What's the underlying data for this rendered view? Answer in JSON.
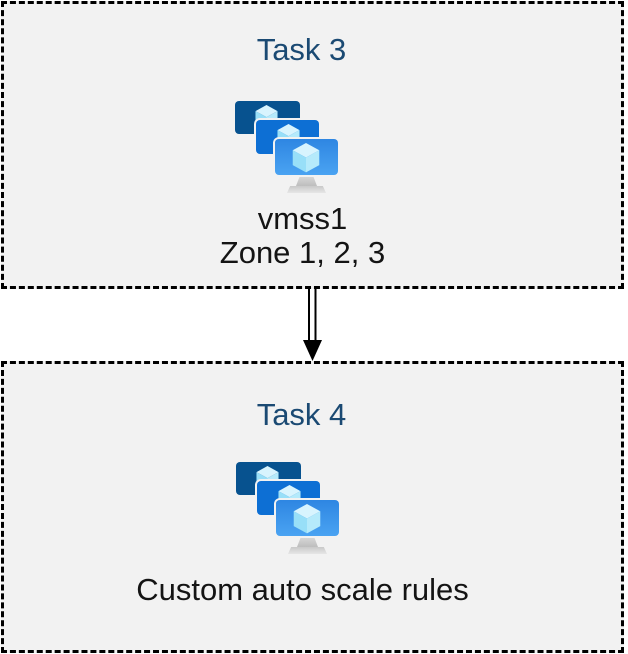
{
  "diagram": {
    "nodes": [
      {
        "id": "task3",
        "title": "Task 3",
        "icon": "vm-scale-set-icon",
        "labels": [
          "vmss1",
          "Zone 1, 2, 3"
        ]
      },
      {
        "id": "task4",
        "title": "Task 4",
        "icon": "vm-scale-set-icon",
        "labels": [
          "Custom auto scale rules"
        ]
      }
    ],
    "connector": {
      "from": "Task 3",
      "to": "Task 4",
      "shape": "double-line-arrow",
      "direction": "down"
    },
    "colors": {
      "box_fill": "#f2f2f2",
      "box_border": "#000000",
      "title_text": "#1b4a73",
      "body_text": "#141414",
      "monitor_back": "#07528f",
      "monitor_middle": "#0d6fd4",
      "monitor_front_top": "#2e86e2",
      "monitor_front_bottom": "#4aa3f2",
      "cube_top": "#d8f4fe",
      "cube_left": "#98dff8",
      "cube_right": "#b5eafb",
      "stand_gray": "#c9c9c9",
      "arrow": "#000000"
    }
  }
}
